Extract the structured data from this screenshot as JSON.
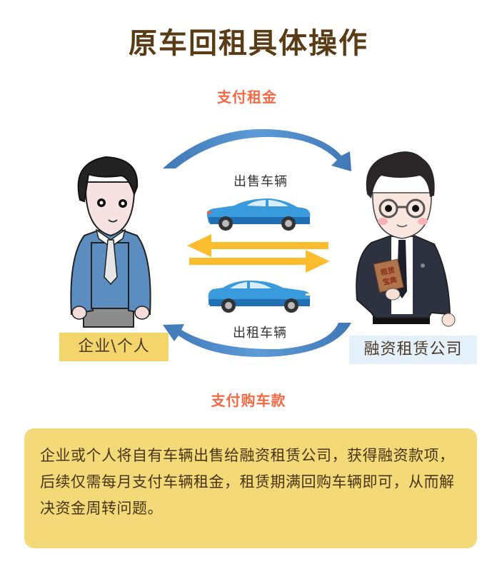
{
  "title": "原车回租具体操作",
  "flows": {
    "top_label": "支付租金",
    "bottom_label": "支付购车款"
  },
  "cars": {
    "top_label": "出售车辆",
    "bottom_label": "出租车辆"
  },
  "roles": {
    "left": "企业\\个人",
    "right": "融资租赁公司"
  },
  "book_label": [
    "租赁",
    "宝典"
  ],
  "summary": "企业或个人将自有车辆出售给融资租赁公司，获得融资款项，后续仅需每月支付车辆租金，租赁期满回购车辆即可，从而解决资金周转问题。",
  "colors": {
    "title": "#5a3c14",
    "flow_label": "#f26a43",
    "curved_arrow": "#4a86c5",
    "straight_arrow": "#fbbd2e",
    "car_body": "#3a9bdc",
    "left_tag_bg": "#f4d56c",
    "right_tag_bg": "#e4f0fa",
    "summary_bg": "#f3d977"
  }
}
